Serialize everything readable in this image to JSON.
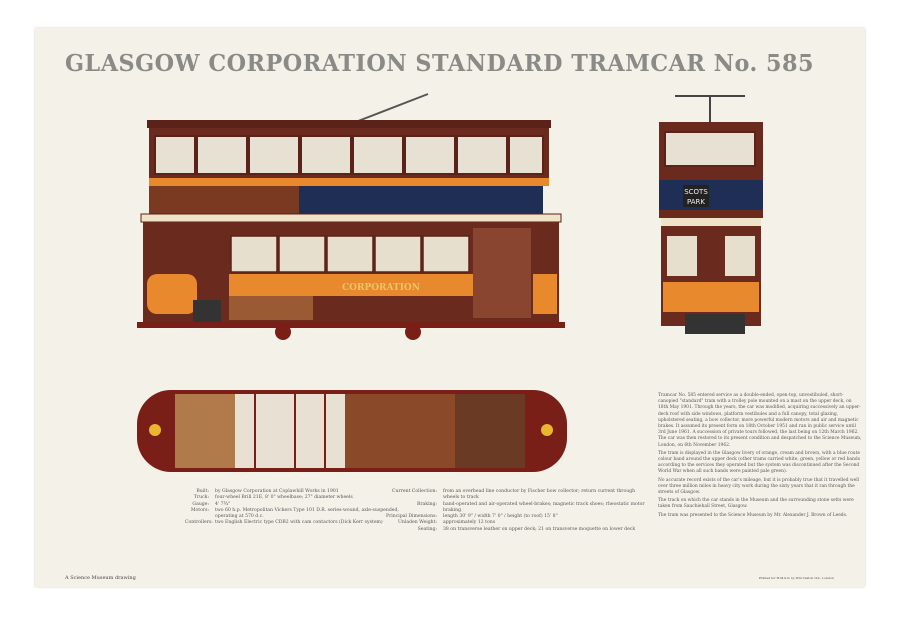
{
  "title": "GLASGOW CORPORATION STANDARD TRAMCAR No. 585",
  "side_livery_text": "CORPORATION",
  "end_destination": [
    "SCOTS",
    "PARK"
  ],
  "specs_left": [
    {
      "label": "Built:",
      "value": "by Glasgow Corporation at Coplawhill Works in 1901"
    },
    {
      "label": "Truck:",
      "value": "four-wheel Brill 21E, 8' 0\" wheelbase; 27\" diameter wheels"
    },
    {
      "label": "Gauge:",
      "value": "4' 7¾\""
    },
    {
      "label": "Motors:",
      "value": "two 60 h.p. Metropolitan Vickers Type 101 D.R. series-wound, axle-suspended, operating at 570 d.c."
    },
    {
      "label": "Controllers:",
      "value": "two English Electric type CDB2 with cam contactors (Dick Kerr system)"
    }
  ],
  "specs_right": [
    {
      "label": "Current Collection:",
      "value": "from an overhead line conductor by Fischer bow collector; return current through wheels to track"
    },
    {
      "label": "Braking:",
      "value": "hand-operated and air-operated wheel-brakes; magnetic track shoes; rheostatic motor braking"
    },
    {
      "label": "Principal Dimensions:",
      "value": "length 30' 9\" / width 7' 0\" / height (to roof) 15' 8\""
    },
    {
      "label": "Unladen Weight:",
      "value": "approximately 12 tons"
    },
    {
      "label": "Seating:",
      "value": "38 on transverse leather on upper deck; 21 on transverse moquette on lower deck"
    }
  ],
  "description": [
    "Tramcar No. 585 entered service as a double-ended, open-top, unvestibuled, short-canopied \"standard\" tram with a trolley pole mounted on a mast on the upper deck, on 18th May 1901. Through the years, the car was modified, acquiring successively an upper-deck roof with side windows, platform vestibules and a full canopy, total glazing, upholstered seating, a bow collector, more powerful modern motors and air and magnetic brakes. It assumed its present form on 18th October 1951 and ran in public service until 3rd June 1961. A succession of private tours followed, the last being on 12th March 1962. The car was then restored to its present condition and despatched to the Science Museum, London, on 6th November 1962.",
    "The tram is displayed in the Glasgow livery of orange, cream and brown, with a blue route colour band around the upper deck (other trams carried white, green, yellow or red bands according to the services they operated but the system was discontinued after the Second World War when all such bands were painted pale green).",
    "No accurate record exists of the car's mileage, but it is probably true that it travelled well over three million miles in heavy city work during the sixty years that it ran through the streets of Glasgow.",
    "The track on which the car stands in the Museum and the surrounding stone setts were taken from Sauchiehall Street, Glasgow.",
    "The tram was presented to the Science Museum by Mr. Alexander J. Brown of Leeds."
  ],
  "footer_left": "A Science Museum drawing",
  "footer_right": "Printed for H.M.S.O. by Wm Caxton Ltd., London",
  "colors": {
    "orange": "#e8892e",
    "cream": "#efe3c8",
    "brown": "#6b2a1e",
    "blue": "#1f2e54",
    "title": "#8a8a86",
    "paper": "#f4f1e8"
  }
}
